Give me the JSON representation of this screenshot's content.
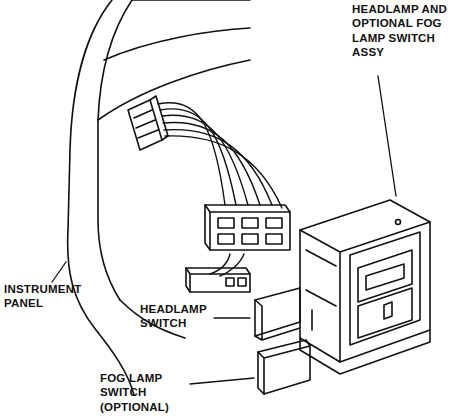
{
  "diagram": {
    "labels": [
      "HEADLAMP AND OPTIONAL FOG LAMP SWITCH ASSY",
      "INSTRUMENT PANEL",
      "HEADLAMP SWITCH",
      "FOG LAMP SWITCH (OPTIONAL)"
    ]
  }
}
